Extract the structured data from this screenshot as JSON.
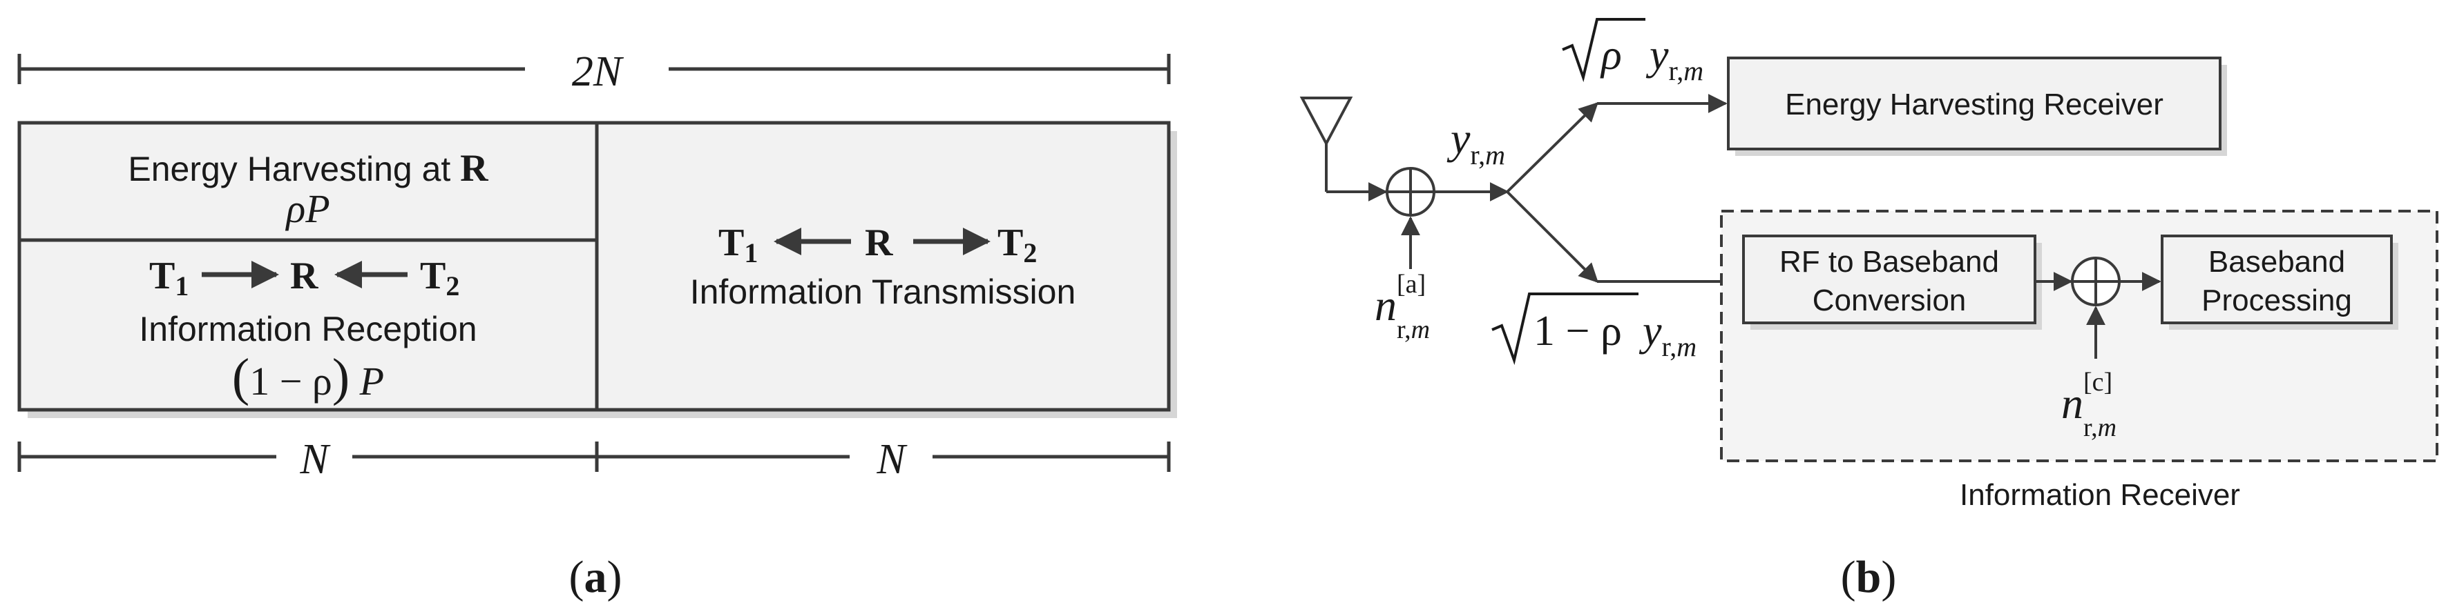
{
  "colors": {
    "line": "#3a3a3a",
    "box_fill": "#f2f2f2",
    "shadow": "#d6d6d6",
    "text": "#1a1a1a"
  },
  "panel_a": {
    "caption_open": "(",
    "caption_letter": "a",
    "caption_close": ")",
    "span_total": "2N",
    "span_left": "N",
    "span_right": "N",
    "energy": {
      "label_text": "Energy Harvesting at ",
      "label_bold": "R",
      "power": "ρP"
    },
    "reception": {
      "t1": "T",
      "t1_sub": "1",
      "r": "R",
      "t2": "T",
      "t2_sub": "2",
      "label": "Information Reception",
      "power_open": "(",
      "power_inner": "1 − ρ",
      "power_close": ")",
      "power_tail": "P"
    },
    "transmission": {
      "t1": "T",
      "t1_sub": "1",
      "r": "R",
      "t2": "T",
      "t2_sub": "2",
      "label": "Information Transmission"
    }
  },
  "panel_b": {
    "caption_open": "(",
    "caption_letter": "b",
    "caption_close": ")",
    "energy_receiver": "Energy Harvesting Receiver",
    "rf_conversion_line1": "RF to Baseband",
    "rf_conversion_line2": "Conversion",
    "baseband_line1": "Baseband",
    "baseband_line2": "Processing",
    "information_receiver": "Information Receiver",
    "y_symbol": "y",
    "y_sub": "r,",
    "y_sub_m": "m",
    "sqrt_rho": "ρ",
    "sqrt_one_minus_rho": "1 − ρ",
    "noise_a_n": "n",
    "noise_a_sup": "[a]",
    "noise_a_sub": "r,",
    "noise_a_sub_m": "m",
    "noise_c_n": "n",
    "noise_c_sup": "[c]",
    "noise_c_sub": "r,",
    "noise_c_sub_m": "m"
  }
}
